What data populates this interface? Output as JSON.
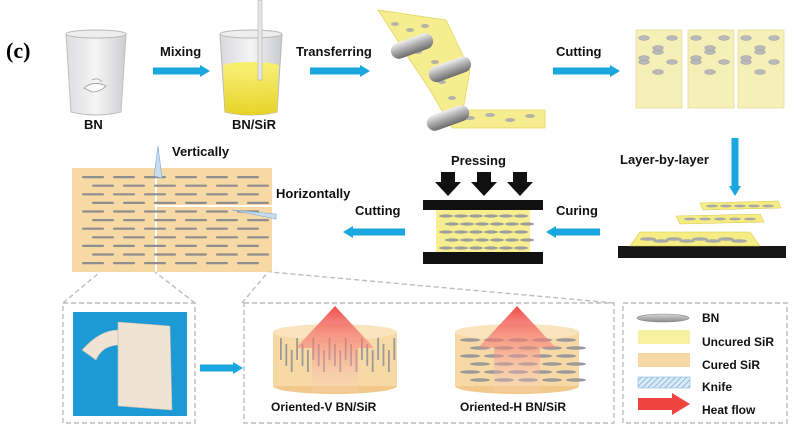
{
  "panel_label": "(c)",
  "steps": {
    "bn": "BN",
    "bn_sir": "BN/SiR",
    "mixing": "Mixing",
    "transferring": "Transferring",
    "cutting_top": "Cutting",
    "layer_by_layer": "Layer-by-layer",
    "pressing": "Pressing",
    "curing": "Curing",
    "cutting_mid": "Cutting",
    "vertically": "Vertically",
    "horizontally": "Horizontally"
  },
  "samples": {
    "oriented_v": "Oriented-V BN/SiR",
    "oriented_h": "Oriented-H BN/SiR"
  },
  "legend": [
    {
      "label": "BN",
      "icon": "bn-flake-icon"
    },
    {
      "label": "Uncured SiR",
      "icon": "uncured-sir-swatch",
      "color": "#f6f2a0"
    },
    {
      "label": "Cured SiR",
      "icon": "cured-sir-swatch",
      "color": "#f7d9a6"
    },
    {
      "label": "Knife",
      "icon": "knife-icon"
    },
    {
      "label": "Heat flow",
      "icon": "heat-flow-arrow-icon"
    }
  ],
  "colors": {
    "arrow": "#1aa7de",
    "cured": "#f7d9a6",
    "uncured": "#f4ec7a",
    "photo_bg": "#1a9ad6",
    "heat": "#f0453f"
  }
}
